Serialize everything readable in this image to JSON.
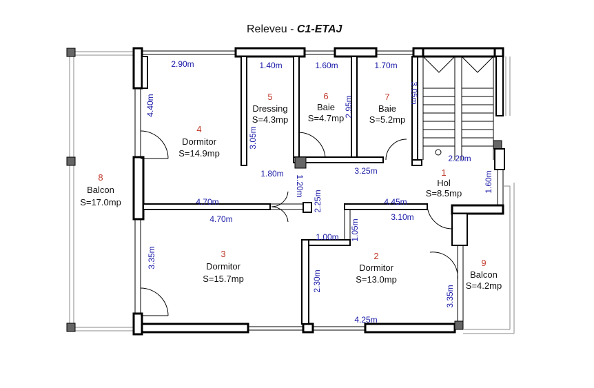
{
  "title": {
    "prefix": "Releveu - ",
    "emph": "C1-ETAJ"
  },
  "rooms": [
    {
      "num": "1",
      "name": "Hol",
      "area": "S=8.5mp"
    },
    {
      "num": "2",
      "name": "Dormitor",
      "area": "S=13.0mp"
    },
    {
      "num": "3",
      "name": "Dormitor",
      "area": "S=15.7mp"
    },
    {
      "num": "4",
      "name": "Dormitor",
      "area": "S=14.9mp"
    },
    {
      "num": "5",
      "name": "Dressing",
      "area": "S=4.3mp"
    },
    {
      "num": "6",
      "name": "Baie",
      "area": "S=4.7mp"
    },
    {
      "num": "7",
      "name": "Baie",
      "area": "S=5.2mp"
    },
    {
      "num": "8",
      "name": "Balcon",
      "area": "S=17.0mp"
    },
    {
      "num": "9",
      "name": "Balcon",
      "area": "S=4.2mp"
    }
  ],
  "dimensions": {
    "room4_top": "2.90m",
    "room5_top": "1.40m",
    "room6_top": "1.60m",
    "room7_top": "1.70m",
    "stair_side": "3.05m",
    "room4_side": "4.40m",
    "room5_side": "3.05m",
    "room6_side": "2.95m",
    "stair_bottom": "2.20m",
    "hol_passage": "1.80m",
    "room7_bottom": "3.25m",
    "hol_side": "1.60m",
    "small_v": "1.20m",
    "mid_v": "2.25m",
    "mid_upper": "4.70m",
    "mid_lower": "4.70m",
    "hol_upper": "4.45m",
    "hol_lower": "3.10m",
    "room2_step": "1.00m",
    "room2_step_v": "1.05m",
    "room3_side": "3.35m",
    "room2_side": "2.30m",
    "balcon9_side": "3.35m",
    "room2_bottom": "4.25m"
  }
}
